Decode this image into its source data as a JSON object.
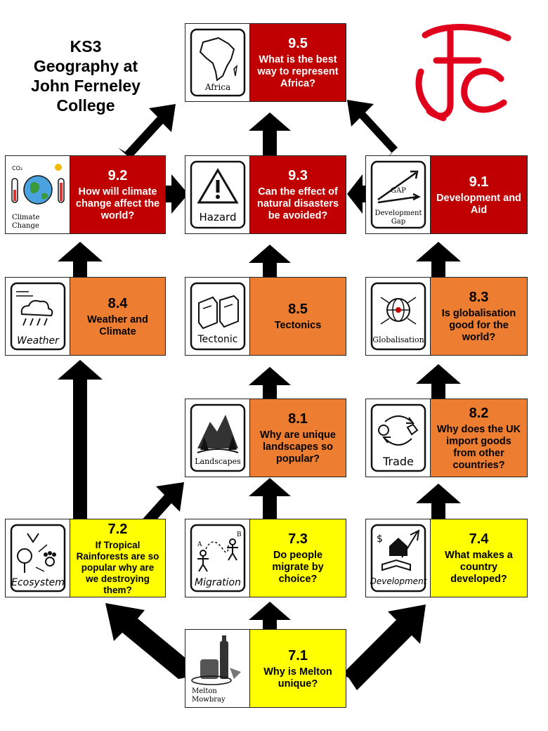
{
  "header": {
    "title_lines": [
      "KS3",
      "Geography at",
      "John Ferneley",
      "College"
    ],
    "logo_letters": "JFC"
  },
  "colors": {
    "red": "#c00000",
    "orange": "#ed7d31",
    "yellow": "#ffff00",
    "arrow": "#000000",
    "logo": "#e0001b"
  },
  "units": {
    "u95": {
      "num": "9.5",
      "question": "What is the best way to represent Africa?",
      "icon_label": "Africa",
      "icon": "africa-map-icon"
    },
    "u92": {
      "num": "9.2",
      "question": "How will climate change affect the world?",
      "icon_label": "Climate Change",
      "icon": "climate-globe-icon"
    },
    "u93": {
      "num": "9.3",
      "question": "Can the effect of natural disasters be avoided?",
      "icon_label": "Hazard",
      "icon": "hazard-warning-icon"
    },
    "u91": {
      "num": "9.1",
      "question": "Development and Aid",
      "icon_label": "Development Gap",
      "icon": "development-gap-icon"
    },
    "u84": {
      "num": "8.4",
      "question": "Weather and Climate",
      "icon_label": "Weather",
      "icon": "weather-cloud-icon"
    },
    "u85": {
      "num": "8.5",
      "question": "Tectonics",
      "icon_label": "Tectonic",
      "icon": "tectonic-plates-icon"
    },
    "u83": {
      "num": "8.3",
      "question": "Is globalisation good for the world?",
      "icon_label": "Globalisation",
      "icon": "globe-network-icon"
    },
    "u81": {
      "num": "8.1",
      "question": "Why are unique landscapes so popular?",
      "icon_label": "Landscapes",
      "icon": "landscape-icon"
    },
    "u82": {
      "num": "8.2",
      "question": "Why does the UK import goods from other countries?",
      "icon_label": "Trade",
      "icon": "trade-cycle-icon"
    },
    "u72": {
      "num": "7.2",
      "question": "If Tropical Rainforests are so popular why are we destroying them?",
      "icon_label": "Ecosystem",
      "icon": "ecosystem-icon"
    },
    "u73": {
      "num": "7.3",
      "question": "Do people migrate by choice?",
      "icon_label": "Migration",
      "icon": "migration-people-icon"
    },
    "u74": {
      "num": "7.4",
      "question": "What makes a country developed?",
      "icon_label": "Development",
      "icon": "development-house-icon"
    },
    "u71": {
      "num": "7.1",
      "question": "Why is Melton unique?",
      "icon_label": "Melton Mowbray",
      "icon": "melton-food-icon"
    }
  }
}
